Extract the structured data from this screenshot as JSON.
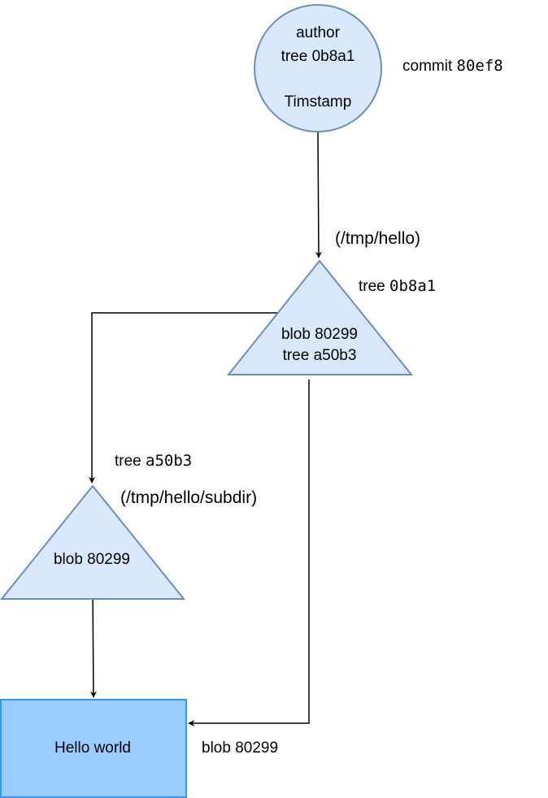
{
  "colors": {
    "node_fill": "#dae8fc",
    "node_stroke": "#6c8ebf",
    "blob_fill": "#99ccff",
    "blob_stroke": "#3399ff",
    "edge": "#000000"
  },
  "commit": {
    "line1": "author",
    "line2": "tree 0b8a1",
    "line3": "Timstamp",
    "label_prefix": "commit ",
    "label_hash": "80ef8"
  },
  "root_tree": {
    "line1": "blob 80299",
    "line2": "tree a50b3",
    "label_prefix": "tree ",
    "label_hash": "0b8a1",
    "path": "(/tmp/hello)"
  },
  "sub_tree": {
    "line1": "blob 80299",
    "label_prefix": "tree ",
    "label_hash": "a50b3",
    "path": "(/tmp/hello/subdir)"
  },
  "blob": {
    "content": "Hello world",
    "label": "blob 80299"
  }
}
